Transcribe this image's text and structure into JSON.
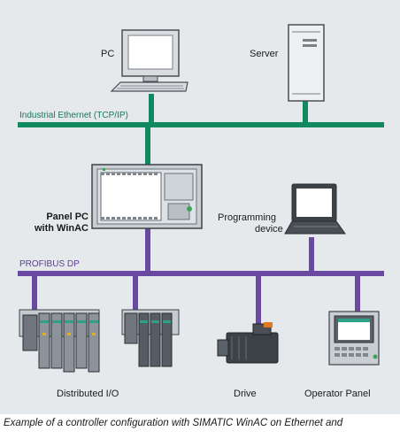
{
  "networks": {
    "ethernet": {
      "label": "Industrial Ethernet (TCP/IP)",
      "color": "#0f8a5f"
    },
    "profibus": {
      "label": "PROFIBUS DP",
      "color": "#6a4aa0"
    }
  },
  "devices": {
    "pc": {
      "label": "PC"
    },
    "server": {
      "label": "Server"
    },
    "panel_pc": {
      "label_line1": "Panel PC",
      "label_line2": "with WinAC"
    },
    "programming_device": {
      "label_line1": "Programming",
      "label_line2": "device"
    },
    "distributed_io": {
      "label": "Distributed I/O"
    },
    "drive": {
      "label": "Drive"
    },
    "operator_panel": {
      "label": "Operator Panel"
    }
  },
  "caption": "Example of a controller configuration with SIMATIC WinAC on Ethernet and",
  "colors": {
    "background": "#e6e9ec",
    "device_body": "#dfe3e6",
    "screen": "#ffffff"
  }
}
